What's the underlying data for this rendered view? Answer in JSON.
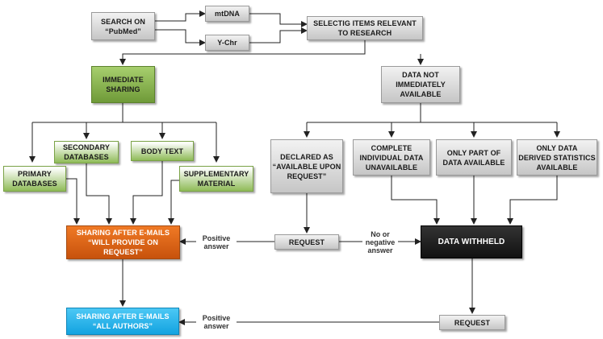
{
  "nodes": {
    "search": "SEARCH ON\n“PubMed”",
    "mtdna": "mtDNA",
    "ychr": "Y-Chr",
    "selecting": "SELECTIG ITEMS RELEVANT\nTO RESEARCH",
    "immediate": "IMMEDIATE\nSHARING",
    "not_immediate": "DATA NOT\nIMMEDIATELY\nAVAILABLE",
    "secondary": "SECONDARY\nDATABASES",
    "body_text": "BODY TEXT",
    "primary": "PRIMARY\nDATABASES",
    "supplementary": "SUPPLEMENTARY\nMATERIAL",
    "declared": "DECLARED AS\n“AVAILABLE UPON\nREQUEST”",
    "complete_unavail": "COMPLETE\nINDIVIDUAL DATA\nUNAVAILABLE",
    "only_part": "ONLY PART OF\nDATA AVAILABLE",
    "only_derived": "ONLY  DATA\nDERIVED STATISTICS\nAVAILABLE",
    "sharing_will": "SHARING AFTER  E-MAILS\n“WILL PROVIDE ON\nREQUEST”",
    "request1": "REQUEST",
    "withheld": "DATA WITHHELD",
    "sharing_all": "SHARING AFTER  E-MAILS\n“ALL AUTHORS”",
    "request2": "REQUEST"
  },
  "labels": {
    "positive1": "Positive\nanswer",
    "no_negative": "No or\nnegative\nanswer",
    "positive2": "Positive\nanswer"
  },
  "colors": {
    "orange": "#e0651a",
    "green": "#7ea84a",
    "blue": "#27b3ec",
    "black": "#1c1c1c",
    "grey": "#d9d9d9"
  }
}
